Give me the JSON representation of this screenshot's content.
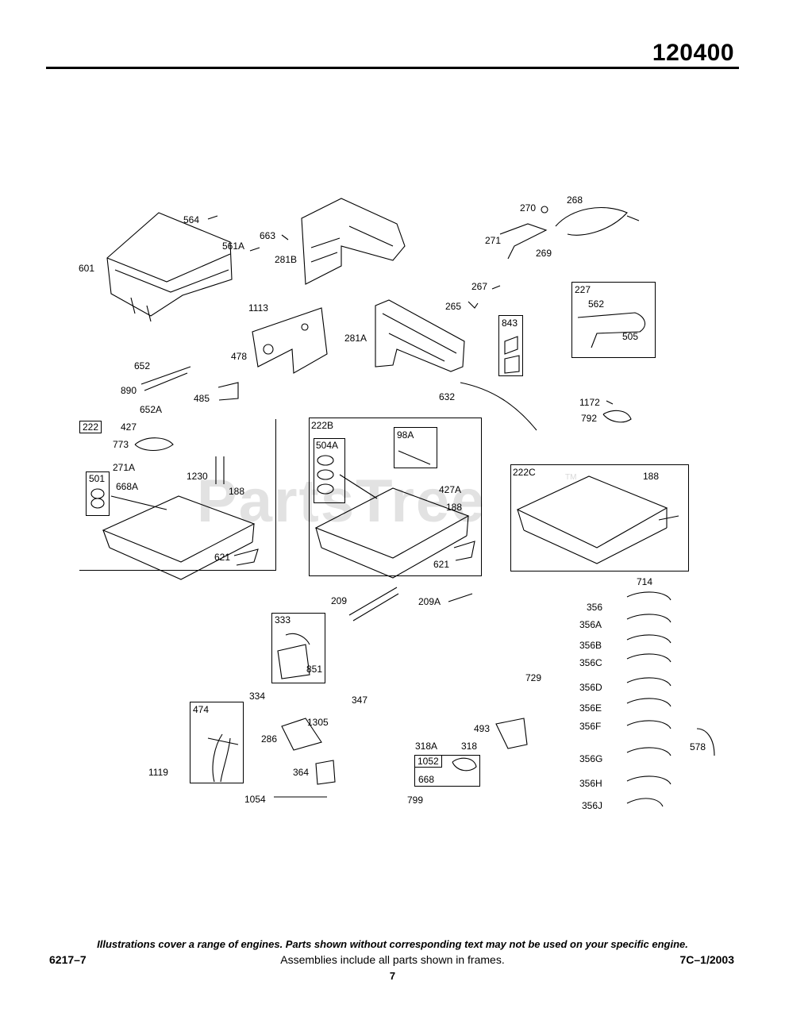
{
  "header": {
    "title": "120400"
  },
  "watermark": {
    "text": "PartsTree",
    "tm": "TM"
  },
  "frames": {
    "f222": "222",
    "f501": "501",
    "f222b": "222B",
    "f504a": "504A",
    "f98a": "98A",
    "f222c": "222C",
    "f227": "227",
    "f843": "843",
    "f333": "333",
    "f474": "474",
    "f1052": "1052"
  },
  "labels": {
    "l564": "564",
    "l663": "663",
    "l561a": "561A",
    "l281b": "281B",
    "l601": "601",
    "l270": "270",
    "l268": "268",
    "l271": "271",
    "l269": "269",
    "l267": "267",
    "l265": "265",
    "l562": "562",
    "l505": "505",
    "l1113": "1113",
    "l478": "478",
    "l281a": "281A",
    "l652": "652",
    "l890": "890",
    "l485": "485",
    "l652a": "652A",
    "l632": "632",
    "l1172": "1172",
    "l792": "792",
    "l427": "427",
    "l773": "773",
    "l271a": "271A",
    "l668a": "668A",
    "l1230": "1230",
    "l188a": "188",
    "l621a": "621",
    "l427a": "427A",
    "l188b": "188",
    "l621b": "621",
    "l188c": "188",
    "l714": "714",
    "l356": "356",
    "l356a": "356A",
    "l356b": "356B",
    "l356c": "356C",
    "l356d": "356D",
    "l356e": "356E",
    "l356f": "356F",
    "l356g": "356G",
    "l356h": "356H",
    "l356j": "356J",
    "l578": "578",
    "l209": "209",
    "l209a": "209A",
    "l851": "851",
    "l334": "334",
    "l347": "347",
    "l729": "729",
    "l1305": "1305",
    "l286": "286",
    "l364": "364",
    "l1119": "1119",
    "l1054": "1054",
    "l493": "493",
    "l318a": "318A",
    "l318": "318",
    "l668": "668",
    "l799": "799"
  },
  "footer": {
    "note": "Illustrations cover a range of engines. Parts shown without corresponding text may not be used on your specific engine.",
    "left": "6217–7",
    "center": "Assemblies include all parts shown in frames.",
    "right": "7C–1/2003",
    "page": "7"
  }
}
